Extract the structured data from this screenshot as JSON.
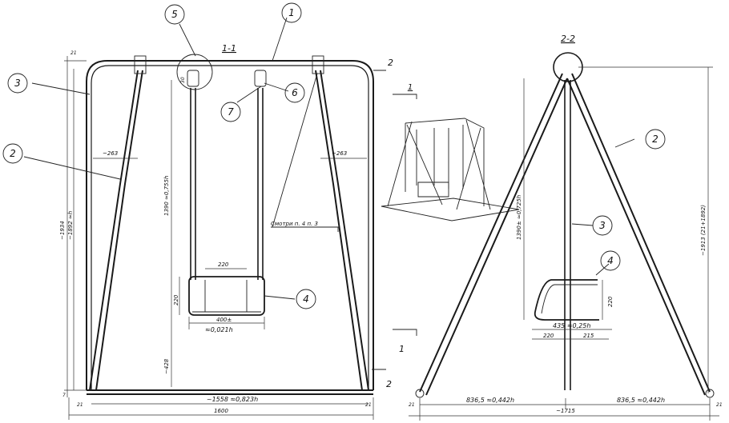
{
  "section_left": "1-1",
  "section_right": "2-2",
  "view_marker": "1",
  "cut_labels": {
    "a": "2",
    "b": "1",
    "c": "1",
    "d": "2"
  },
  "callouts": {
    "c1": "1",
    "c2_left": "2",
    "c3_left": "3",
    "c4_left": "4",
    "c5": "5",
    "c6": "6",
    "c7": "7",
    "c2_right": "2",
    "c3_right": "3",
    "c4_right": "4"
  },
  "note": "Смотри п. 4 п. 3",
  "dims_left": {
    "top_small": "21",
    "total_height": "~1934",
    "inner_height": "~1892 ≈h",
    "offset_left": "~263",
    "offset_right": "~263",
    "hanger_len": "1390 ≈0,755h",
    "seat_width_in": "220",
    "seat_height": "220",
    "seat_width": "400±",
    "seat_width_rel": "≈0,021h",
    "seat_clearance": "~428",
    "bottom_small": "7",
    "base_span": "~1558 ≈0,823h",
    "overall_width": "1600",
    "end_left": "21",
    "end_right": "21",
    "hanger_top": "30"
  },
  "dims_right": {
    "post_h": "1390± ≈0,725h",
    "leg_len": "~1913 (21+1892)",
    "seat_h": "220",
    "seat_depth": "435 ≈0,25h",
    "seat_back": "220",
    "seat_front": "215",
    "half_left": "836,5 ≈0,442h",
    "half_right": "836,5 ≈0,442h",
    "overall": "~1715",
    "end_left": "21",
    "end_right": "21"
  }
}
